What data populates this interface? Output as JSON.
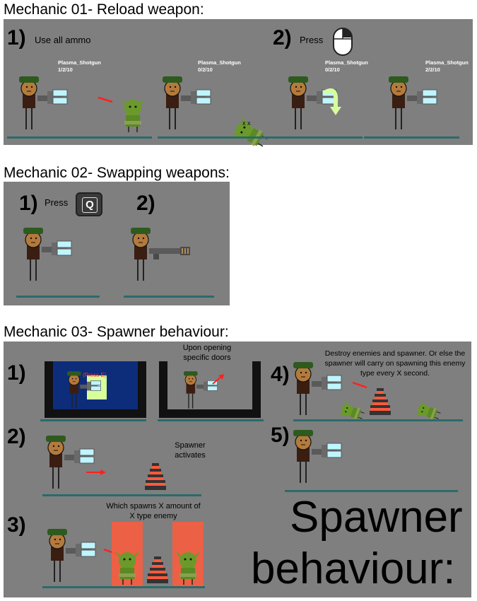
{
  "sections": [
    {
      "title": "Mechanic 01- Reload weapon:"
    },
    {
      "title": "Mechanic 02- Swapping weapons:"
    },
    {
      "title": "Mechanic 03- Spawner behaviour:"
    }
  ],
  "mech1": {
    "step1": "1)",
    "step1_text": "Use all ammo",
    "step2": "2)",
    "step2_text": "Press",
    "weapon_name": "Plasma_Shotgun",
    "ammo": [
      "1/2/10",
      "0/2/10",
      "0/2/10",
      "2/2/10"
    ]
  },
  "mech2": {
    "step1": "1)",
    "step1_text": "Press",
    "key": "Q",
    "step2": "2)"
  },
  "mech3": {
    "s1": "1)",
    "s2": "2)",
    "s3": "3)",
    "s4": "4)",
    "s5": "5)",
    "press_e": "(Press E)",
    "upon_opening": "Upon opening specific doors",
    "destroy_text": "Destroy enemies and spawner. Or else the spawner will carry on spawning this enemy type every X second.",
    "spawner_activates": "Spawner activates",
    "which_spawns": "Which spawns X amount of X type enemy",
    "big_line1": "Spawner",
    "big_line2": "behaviour:"
  },
  "colors": {
    "panel": "#7f7f7f",
    "ground": "#2b6b6b",
    "helmet": "#2e5a1e",
    "skin": "#b47a3c",
    "body": "#3a1e12",
    "gun": "#5a5a5a",
    "plasma": "#bff5ff",
    "goblin": "#6b9a2a",
    "spawner_red": "#ff5a3c",
    "room": "#0d2c7a",
    "highlight": "#d6ff9c"
  }
}
